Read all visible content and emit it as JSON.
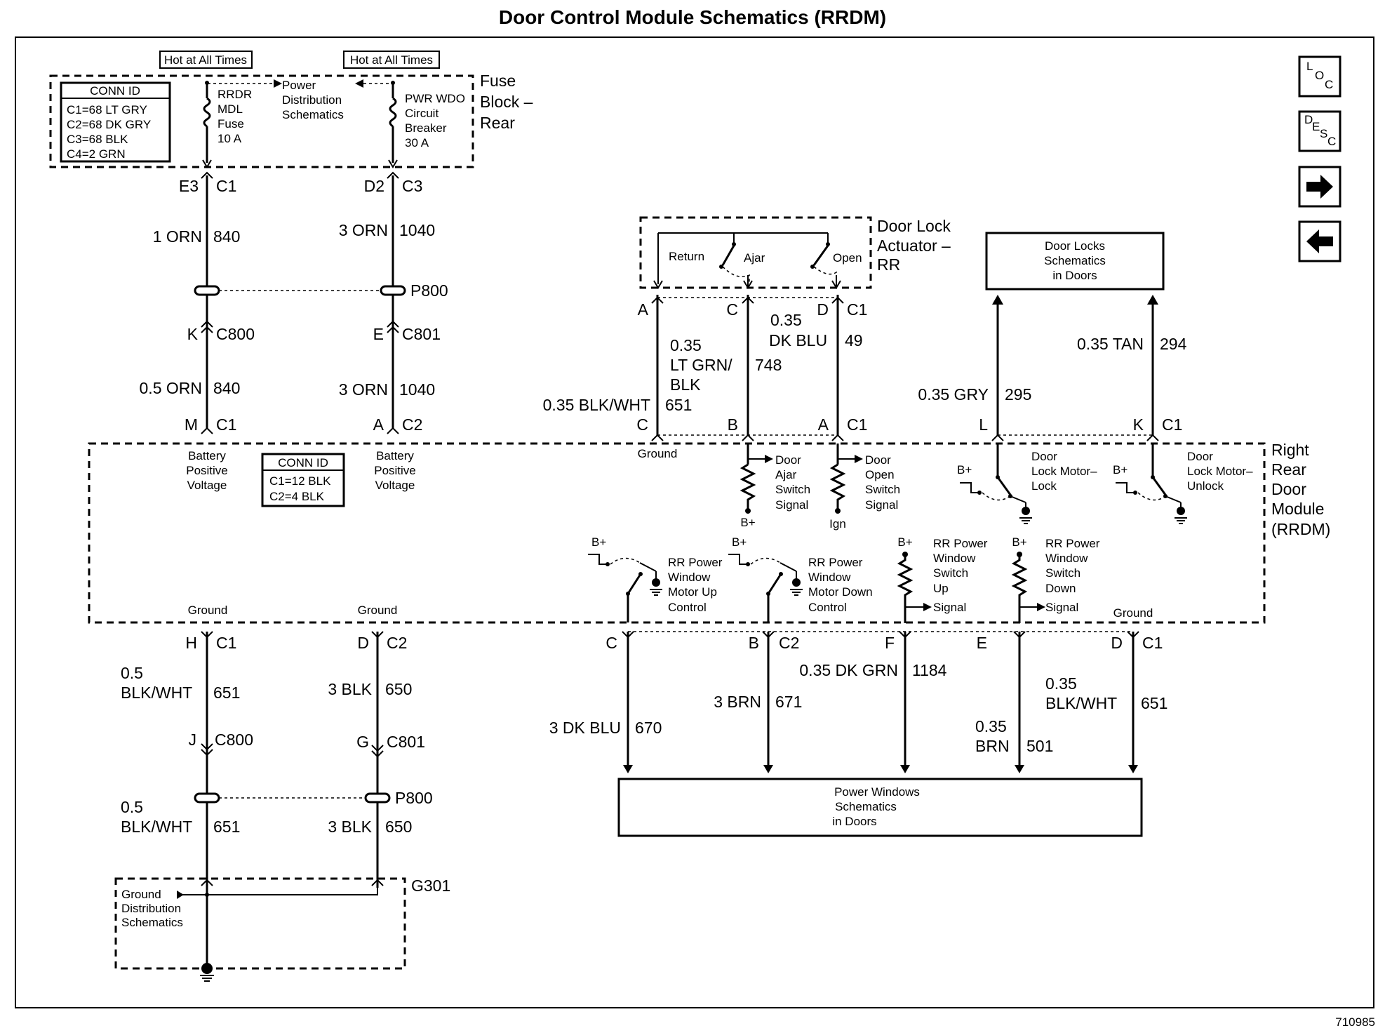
{
  "title": "Door Control Module Schematics (RRDM)",
  "figure_number": "710985",
  "nav": {
    "loc": {
      "l": "L",
      "o": "O",
      "c": "C"
    },
    "desc": {
      "d": "D",
      "e": "E",
      "s": "S",
      "c": "C"
    }
  },
  "fuse_block": {
    "label_1": "Fuse",
    "label_2": "Block –",
    "label_3": "Rear",
    "hot_label": "Hot at All Times",
    "conn_id_title": "CONN ID",
    "conn_ids": [
      "C1=68 LT GRY",
      "C2=68 DK GRY",
      "C3=68 BLK",
      "C4=2 GRN"
    ],
    "fuse_lines": [
      "RRDR",
      "MDL",
      "Fuse",
      "10 A"
    ],
    "pds_lines": [
      "Power",
      "Distribution",
      "Schematics"
    ],
    "breaker_lines": [
      "PWR WDO",
      "Circuit",
      "Breaker",
      "30 A"
    ]
  },
  "left": {
    "e3": "E3",
    "c1_a": "C1",
    "d2": "D2",
    "c3": "C3",
    "w1_color": "1 ORN",
    "w1_num": "840",
    "w2_color": "3 ORN",
    "w2_num": "1040",
    "p800_top": "P800",
    "k": "K",
    "c800_top": "C800",
    "e": "E",
    "c801_top": "C801",
    "w3_color": "0.5 ORN",
    "w3_num": "840",
    "w4_color": "3 ORN",
    "w4_num": "1040",
    "m": "M",
    "c1_b": "C1",
    "a": "A",
    "c2_a": "C2",
    "h": "H",
    "c1_c": "C1",
    "d": "D",
    "c2_b": "C2",
    "w5_color_1": "0.5",
    "w5_color_2": "BLK/WHT",
    "w5_num": "651",
    "w6_color": "3 BLK",
    "w6_num": "650",
    "j": "J",
    "c800_bot": "C800",
    "g": "G",
    "c801_bot": "C801",
    "p800_bot": "P800",
    "w7_color_1": "0.5",
    "w7_color_2": "BLK/WHT",
    "w7_num": "651",
    "w8_color": "3 BLK",
    "w8_num": "650",
    "g301": "G301",
    "gnd_dist": [
      "Ground",
      "Distribution",
      "Schematics"
    ]
  },
  "module": {
    "name": [
      "Right",
      "Rear",
      "Door",
      "Module",
      "(RRDM)"
    ],
    "conn_id_title": "CONN ID",
    "conn_ids": [
      "C1=12 BLK",
      "C2=4 BLK"
    ],
    "batt_label": [
      "Battery",
      "Positive",
      "Voltage"
    ],
    "ground": "Ground",
    "door_ajar": [
      "Door",
      "Ajar",
      "Switch",
      "Signal"
    ],
    "door_open": [
      "Door",
      "Open",
      "Switch",
      "Signal"
    ],
    "lock_motor_lock": [
      "Door",
      "Lock Motor–",
      "Lock"
    ],
    "lock_motor_unlock": [
      "Door",
      "Lock Motor–",
      "Unlock"
    ],
    "motor_up": [
      "RR Power",
      "Window",
      "Motor Up",
      "Control"
    ],
    "motor_down": [
      "RR Power",
      "Window",
      "Motor Down",
      "Control"
    ],
    "switch_up": [
      "RR Power",
      "Window",
      "Switch",
      "Up",
      "Signal"
    ],
    "switch_down": [
      "RR Power",
      "Window",
      "Switch",
      "Down",
      "Signal"
    ],
    "bplus": "B+",
    "ign": "Ign"
  },
  "actuator": {
    "label": [
      "Door Lock",
      "Actuator –",
      "RR"
    ],
    "return": "Return",
    "ajar": "Ajar",
    "open": "Open",
    "pin_a": "A",
    "pin_c": "C",
    "pin_d": "D",
    "c1": "C1"
  },
  "upper_right": {
    "w_blk_color": "0.35 BLK/WHT",
    "w_blk_num": "651",
    "w_grn_color_1": "0.35",
    "w_grn_color_2": "LT GRN/",
    "w_grn_color_3": "BLK",
    "w_grn_num": "748",
    "w_blu_color_1": "0.35",
    "w_blu_color_2": "DK BLU",
    "w_blu_num": "49",
    "pin_c": "C",
    "pin_b": "B",
    "pin_a": "A",
    "c1_a": "C1",
    "locks_box": [
      "Door Locks",
      "Schematics",
      "in Doors"
    ],
    "w_gry_color": "0.35 GRY",
    "w_gry_num": "295",
    "w_tan_color": "0.35 TAN",
    "w_tan_num": "294",
    "pin_l": "L",
    "pin_k": "K",
    "c1_b": "C1"
  },
  "lower_right": {
    "pin_c": "C",
    "pin_b": "B",
    "c2": "C2",
    "pin_f": "F",
    "pin_e": "E",
    "pin_d": "D",
    "c1": "C1",
    "w_dkgrn_color": "0.35 DK GRN",
    "w_dkgrn_num": "1184",
    "w_blk_color_1": "0.35",
    "w_blk_color_2": "BLK/WHT",
    "w_blk_num": "651",
    "w_brn_color": "3 BRN",
    "w_brn_num": "671",
    "w_dkblu_color": "3 DK BLU",
    "w_dkblu_num": "670",
    "w_brn2_color_1": "0.35",
    "w_brn2_color_2": "BRN",
    "w_brn2_num": "501",
    "pw_box": [
      "Power Windows",
      "Schematics",
      "in Doors"
    ]
  }
}
